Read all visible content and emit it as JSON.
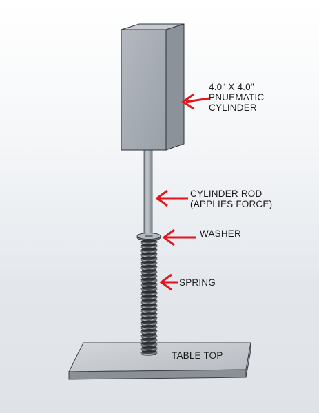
{
  "labels": {
    "cylinder": [
      "4.0\" X 4.0\"",
      "PNUEMATIC",
      "CYLINDER"
    ],
    "rod": [
      "CYLINDER ROD",
      "(APPLIES FORCE)"
    ],
    "washer": "WASHER",
    "spring": "SPRING",
    "table_top": "TABLE TOP"
  },
  "colors": {
    "arrow": "#e3141b",
    "cylinder_front": "#aab0b8",
    "cylinder_side": "#8e949c",
    "cylinder_top": "#c4c9cf",
    "rod": "#a9b0b7",
    "spring": "#55595e",
    "table_top": "#c9cdd2",
    "text": "#1a1a1a"
  }
}
